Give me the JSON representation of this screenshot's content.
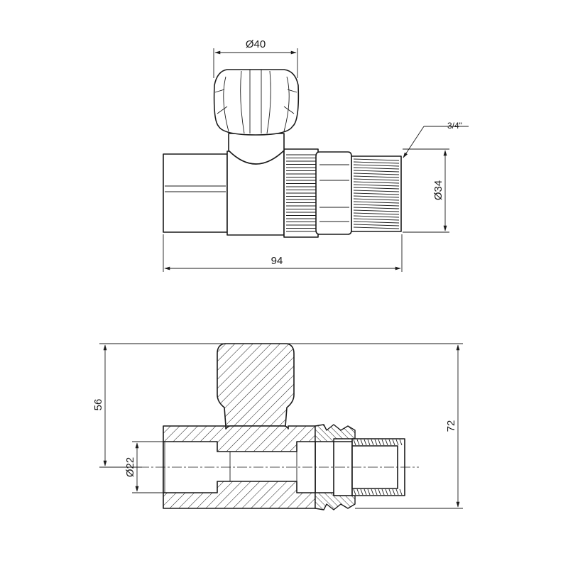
{
  "dimensions": {
    "handle_diameter": "Ø40",
    "thread_size": "3/4\"",
    "outlet_diameter": "Ø34",
    "overall_length": "94",
    "centerline_height": "56",
    "overall_height": "72",
    "inlet_bore_diameter": "Ø22"
  },
  "colors": {
    "line": "#1a1a1a",
    "background": "#ffffff"
  }
}
